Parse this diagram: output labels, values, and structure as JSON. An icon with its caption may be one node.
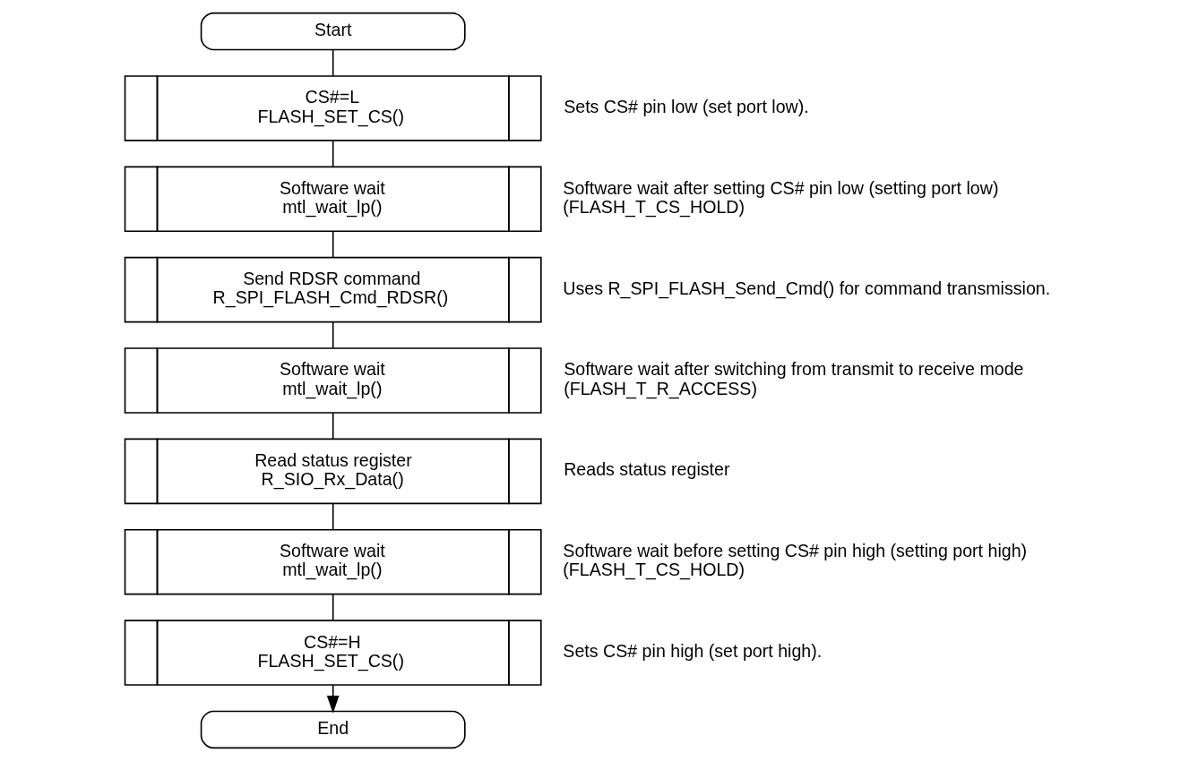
{
  "diagram": {
    "nodes": [
      {
        "text": [
          "Start"
        ]
      },
      {
        "text": [
          "CS#=L FLASH_SET_CS()"
        ],
        "beside": [
          "Sets CS# pin low (set port low)."
        ]
      },
      {
        "text": [
          "Software wait mtl_wait_lp()"
        ],
        "beside": [
          "Software wait after setting CS# pin low (setting port low) (FLASH_T_CS_HOLD)"
        ]
      },
      {
        "text": [
          "Send RDSR command R_SPI_FLASH_Cmd_RDSR()"
        ],
        "beside": [
          "Uses R_SPI_FLASH_Send_Cmd() for command transmission."
        ]
      },
      {
        "text": [
          "Software wait mtl_wait_lp()"
        ],
        "beside": [
          "Software wait after switching from transmit to receive mode (FLASH_T_R_ACCESS)"
        ]
      },
      {
        "text": [
          "Read status register R_SIO_Rx_Data()"
        ],
        "beside": [
          "Reads status register"
        ]
      },
      {
        "text": [
          "Software wait mtl_wait_lp()"
        ],
        "beside": [
          "Software wait before setting CS# pin high (setting port high) (FLASH_T_CS_HOLD)"
        ]
      },
      {
        "text": [
          "CS#=H FLASH_SET_CS()"
        ],
        "beside": [
          "Sets CS# pin high (set port high)."
        ]
      },
      {
        "text": [
          "End"
        ]
      }
    ],
    "edges": [
      {
        "from": 0,
        "to": 1,
        "arrow": "none"
      },
      {
        "from": 1,
        "to": 2,
        "arrow": "none"
      },
      {
        "from": 2,
        "to": 3,
        "arrow": "none"
      },
      {
        "from": 3,
        "to": 4,
        "arrow": "none"
      },
      {
        "from": 4,
        "to": 5,
        "arrow": "none"
      },
      {
        "from": 5,
        "to": 6,
        "arrow": "none"
      },
      {
        "from": 6,
        "to": 7,
        "arrow": "none"
      },
      {
        "from": 7,
        "to": 8,
        "arrow": "to"
      }
    ]
  }
}
